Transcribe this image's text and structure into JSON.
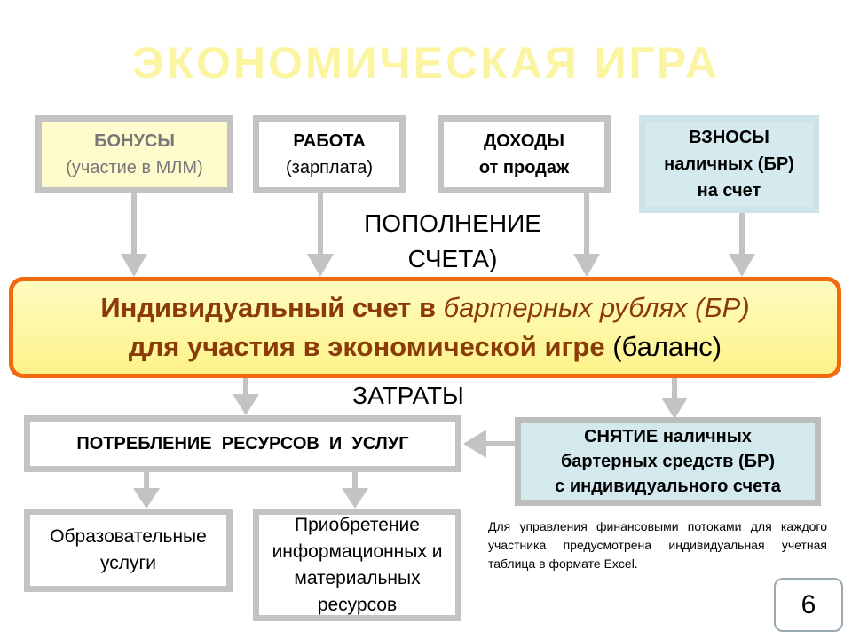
{
  "title": "ЭКОНОМИЧЕСКАЯ  ИГРА",
  "sources": [
    {
      "title": "БОНУСЫ",
      "subtitle": "(участие в МЛМ)"
    },
    {
      "title": "РАБОТА",
      "subtitle": "(зарплата)"
    },
    {
      "title": "ДОХОДЫ",
      "subtitle": "от продаж"
    },
    {
      "title": "ВЗНОСЫ",
      "subtitle": "наличных (БР)",
      "subtitle2": "на счет"
    }
  ],
  "replenish_label_1": "ПОПОЛНЕНИЕ",
  "replenish_label_2": "СЧЕТА)",
  "account": {
    "line1_bold": "Индивидуальный счет в ",
    "line1_italic": "бартерных рублях (БР)",
    "line2_bold": "для участия в экономической игре ",
    "line2_normal": "(баланс)"
  },
  "costs_label": "ЗАТРАТЫ",
  "consumption": "ПОТРЕБЛЕНИЕ  РЕСУРСОВ  И  УСЛУГ",
  "withdrawal": {
    "line1_bold": "СНЯТИЕ",
    "line1_rest": " наличных",
    "line2": "бартерных средств (БР)",
    "line3": "с индивидуального счета"
  },
  "education": "Образовательные услуги",
  "purchase": "Приобретение информационных и материальных ресурсов",
  "note": "Для управления финансовыми потоками для каждого участника предусмотрена индивидуальная учетная таблица в формате Excel.",
  "page_number": "6"
}
